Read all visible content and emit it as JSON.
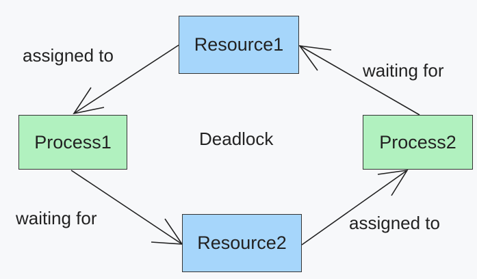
{
  "diagram": {
    "title": "Deadlock",
    "nodes": {
      "resource1": {
        "label": "Resource1",
        "kind": "resource"
      },
      "resource2": {
        "label": "Resource2",
        "kind": "resource"
      },
      "process1": {
        "label": "Process1",
        "kind": "process"
      },
      "process2": {
        "label": "Process2",
        "kind": "process"
      }
    },
    "edges": [
      {
        "from": "Resource1",
        "to": "Process1",
        "label": "assigned to"
      },
      {
        "from": "Process1",
        "to": "Resource2",
        "label": "waiting for"
      },
      {
        "from": "Resource2",
        "to": "Process2",
        "label": "assigned to"
      },
      {
        "from": "Process2",
        "to": "Resource1",
        "label": "waiting for"
      }
    ],
    "colors": {
      "resource_fill": "#a6d6fb",
      "process_fill": "#b1f1bf",
      "border": "#333333",
      "background": "#f7f8fa"
    }
  }
}
